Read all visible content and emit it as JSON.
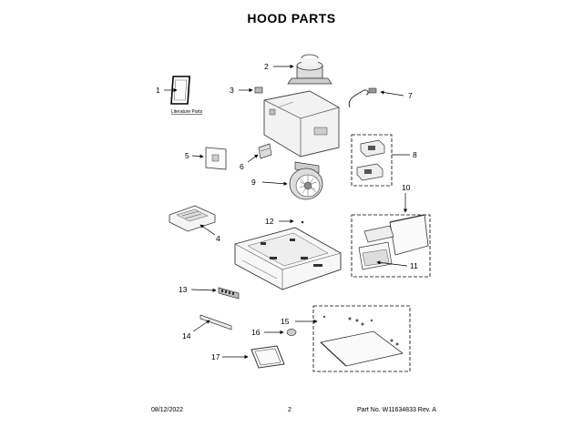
{
  "header": {
    "title": "HOOD PARTS"
  },
  "footer": {
    "date": "08/12/2022",
    "page": "2",
    "part_info": "Part No. W11634833  Rev. A"
  },
  "callouts": [
    "1",
    "2",
    "3",
    "4",
    "5",
    "6",
    "7",
    "8",
    "9",
    "10",
    "11",
    "12",
    "13",
    "14",
    "15",
    "16",
    "17"
  ],
  "literature_label": "Literature Parts"
}
